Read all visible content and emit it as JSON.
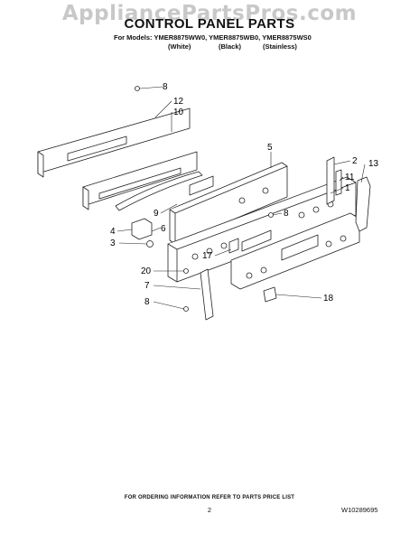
{
  "watermark": "AppliancePartsPros.com",
  "header": {
    "title": "CONTROL PANEL PARTS",
    "models": "For Models: YMER8875WW0, YMER8875WB0, YMER8875WS0",
    "finish_white": "(White)",
    "finish_black": "(Black)",
    "finish_stainless": "(Stainless)"
  },
  "callouts": {
    "c8a": "8",
    "c12": "12",
    "c10": "10",
    "c5": "5",
    "c2": "2",
    "c13": "13",
    "c11": "11",
    "c1": "1",
    "c8b": "8",
    "c9": "9",
    "c6": "6",
    "c4": "4",
    "c3": "3",
    "c17": "17",
    "c20": "20",
    "c7": "7",
    "c18": "18",
    "c8c": "8"
  },
  "footer": {
    "note": "FOR ORDERING INFORMATION REFER TO PARTS PRICE LIST",
    "page": "2",
    "doc_number": "W10289695"
  }
}
